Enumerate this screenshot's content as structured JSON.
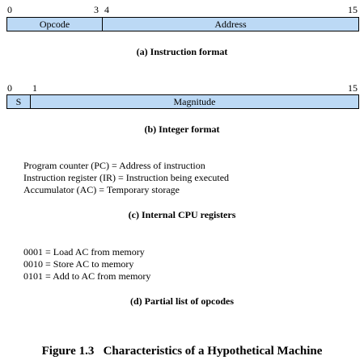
{
  "instruction_format": {
    "bits": {
      "start": "0",
      "opcode_end": "3",
      "address_start": "4",
      "end": "15"
    },
    "fields": {
      "opcode": "Opcode",
      "address": "Address"
    },
    "caption": "(a) Instruction format"
  },
  "integer_format": {
    "bits": {
      "start": "0",
      "magnitude_start": "1",
      "end": "15"
    },
    "fields": {
      "sign": "S",
      "magnitude": "Magnitude"
    },
    "caption": "(b) Integer format"
  },
  "registers": {
    "lines": [
      "Program counter (PC) = Address of instruction",
      "Instruction register (IR) = Instruction being executed",
      "Accumulator (AC) = Temporary storage"
    ],
    "caption": "(c) Internal CPU registers"
  },
  "opcodes": {
    "lines": [
      "0001 = Load AC from memory",
      "0010 = Store AC to memory",
      "0101 = Add to AC from memory"
    ],
    "caption": "(d) Partial list of opcodes"
  },
  "figure_title": "Figure 1.3   Characteristics of a Hypothetical Machine",
  "colors": {
    "field_fill": "#bcd9f5",
    "border": "#000000"
  }
}
